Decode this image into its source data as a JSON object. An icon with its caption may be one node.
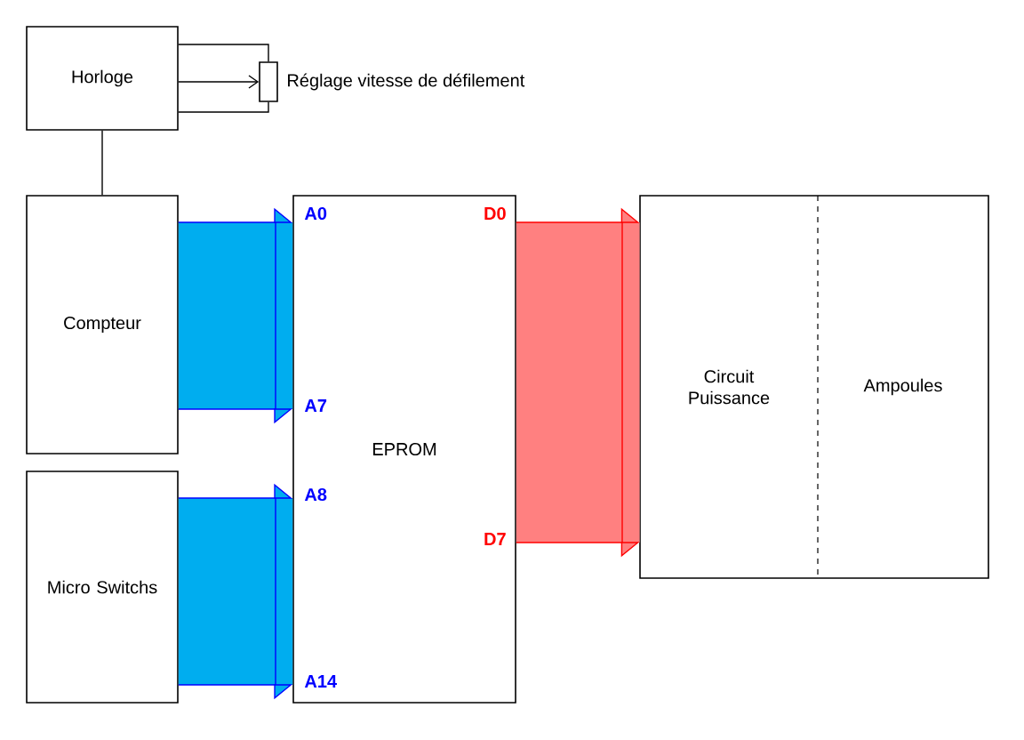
{
  "diagram": {
    "nodes": [
      {
        "text": [
          "Horloge"
        ]
      },
      {
        "text": [
          "Compteur"
        ]
      },
      {
        "text": [
          "Micro Switchs"
        ]
      },
      {
        "text": [
          "EPROM"
        ]
      },
      {
        "text": [
          "Circuit Puissance"
        ]
      },
      {
        "text": [
          "Ampoules"
        ]
      },
      {
        "text": [],
        "shape": "box",
        "beside": [
          "Réglage vitesse de défilement"
        ]
      }
    ],
    "edges": [
      {
        "from": 0,
        "to": 6,
        "arrow": "none"
      },
      {
        "from": 0,
        "to": 6,
        "arrow": "to"
      },
      {
        "from": 0,
        "to": 6,
        "arrow": "none"
      },
      {
        "from": 0,
        "to": 1,
        "arrow": "none"
      },
      {
        "from": 1,
        "to": 3,
        "arrow": "to",
        "color": "#0000ff"
      },
      {
        "from": 2,
        "to": 3,
        "arrow": "to",
        "color": "#0000ff"
      },
      {
        "from": 3,
        "to": 4,
        "arrow": "to",
        "color": "#ff0000"
      }
    ],
    "labels": [
      "A0",
      "D0",
      "A7",
      "A8",
      "D7",
      "A14"
    ]
  }
}
